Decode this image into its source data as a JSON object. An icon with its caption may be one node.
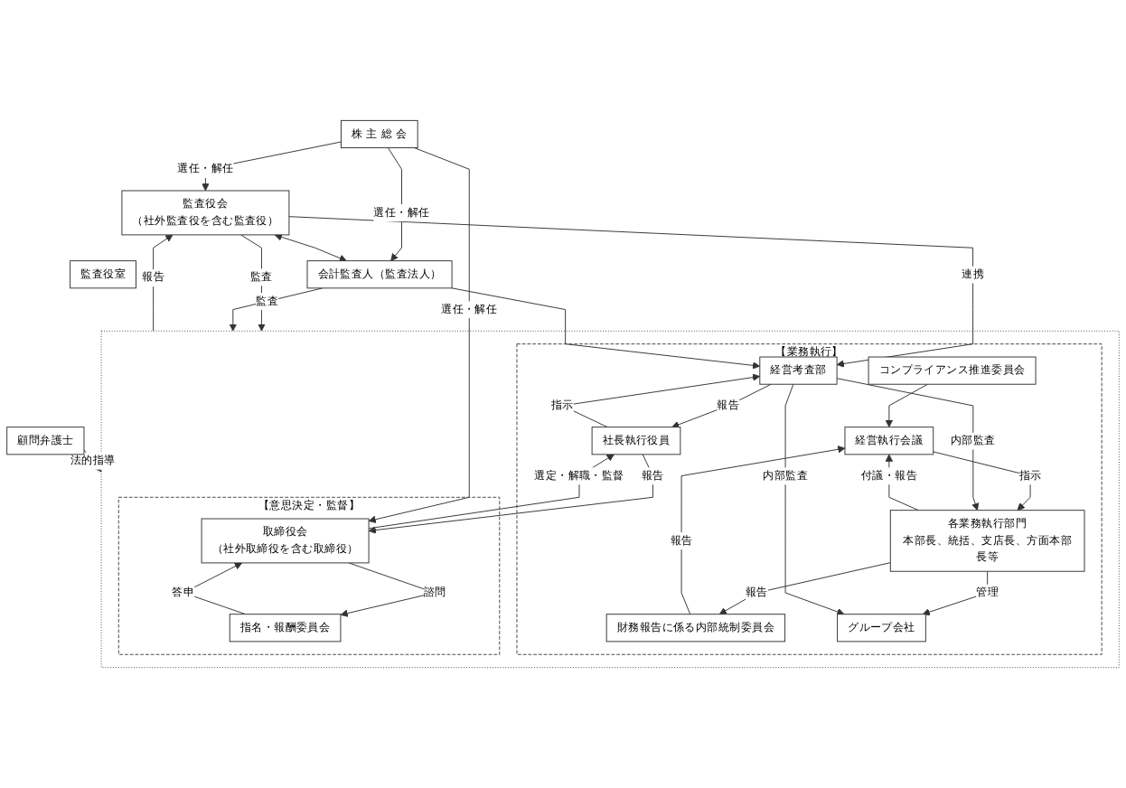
{
  "diagram": {
    "nodes": [
      {
        "text": [
          "株 主 総 会"
        ]
      },
      {
        "text": [
          "監査役会",
          "（社外監査役を含む監査役）"
        ]
      },
      {
        "text": [
          "監査役室"
        ]
      },
      {
        "text": [],
        "shape": "box"
      },
      {
        "text": [
          "【意思決定・監督】"
        ],
        "in": 3
      },
      {
        "text": [
          "取締役会",
          "（社外取締役を含む取締役）"
        ],
        "in": 4
      },
      {
        "text": [
          "指名・報酬委員会"
        ],
        "in": 4
      },
      {
        "text": [
          "【業務執行】"
        ],
        "in": 3
      },
      {
        "text": [
          "社長執行役員"
        ],
        "in": 7
      },
      {
        "text": [
          "経営執行会議"
        ],
        "in": 7
      },
      {
        "text": [
          "経営考査部"
        ],
        "in": 7
      },
      {
        "text": [
          "財務報告に係る内部統制委員会"
        ],
        "in": 7
      },
      {
        "text": [
          "コンプライアンス推進委員会"
        ],
        "in": 7
      },
      {
        "text": [
          "各業務執行部門",
          "本部長、統括、支店長、方面本部長等"
        ],
        "in": 7
      },
      {
        "text": [
          "グループ会社"
        ],
        "in": 7
      },
      {
        "text": [
          "会計監査人（監査法人）"
        ]
      },
      {
        "text": [
          "顧問弁護士"
        ]
      }
    ],
    "edges": [
      {
        "from": 0,
        "to": 1,
        "arrow": "to",
        "label": "選任・解任"
      },
      {
        "from": 0,
        "to": 5,
        "arrow": "to",
        "label": "選任・解任"
      },
      {
        "from": 0,
        "to": 15,
        "arrow": "to",
        "label": "選任・解任"
      },
      {
        "from": 1,
        "to": 3,
        "arrow": "to",
        "label": "監査"
      },
      {
        "from": 3,
        "to": 1,
        "arrow": "to",
        "label": "報告"
      },
      {
        "from": 5,
        "to": 6,
        "arrow": "to",
        "label": "諮問"
      },
      {
        "from": 6,
        "to": 5,
        "arrow": "to",
        "label": "答申"
      },
      {
        "from": 5,
        "to": 8,
        "arrow": "to",
        "label": "選定・解職・監督"
      },
      {
        "from": 8,
        "to": 5,
        "arrow": "to",
        "label": "報告"
      },
      {
        "from": 1,
        "to": 15,
        "arrow": "both"
      },
      {
        "from": 1,
        "to": 10,
        "arrow": "to",
        "label": "連携"
      },
      {
        "from": 15,
        "to": 10,
        "arrow": "to"
      },
      {
        "from": 15,
        "to": 3,
        "arrow": "to",
        "label": "監査"
      },
      {
        "from": 16,
        "to": 3,
        "arrow": "to",
        "label": "法的指導"
      },
      {
        "from": 8,
        "to": 10,
        "arrow": "to",
        "label": "指示"
      },
      {
        "from": 10,
        "to": 8,
        "arrow": "to",
        "label": "報告"
      },
      {
        "from": 9,
        "to": 13,
        "arrow": "to",
        "label": "指示"
      },
      {
        "from": 13,
        "to": 9,
        "arrow": "to",
        "label": "付議・報告"
      },
      {
        "from": 11,
        "to": 9,
        "arrow": "to",
        "label": "報告"
      },
      {
        "from": 12,
        "to": 9,
        "arrow": "to"
      },
      {
        "from": 13,
        "to": 11,
        "arrow": "to",
        "label": "報告"
      },
      {
        "from": 13,
        "to": 14,
        "arrow": "to",
        "label": "管理"
      },
      {
        "from": 10,
        "to": 13,
        "arrow": "to",
        "label": "内部監査"
      },
      {
        "from": 10,
        "to": 14,
        "arrow": "to",
        "label": "内部監査"
      }
    ]
  }
}
